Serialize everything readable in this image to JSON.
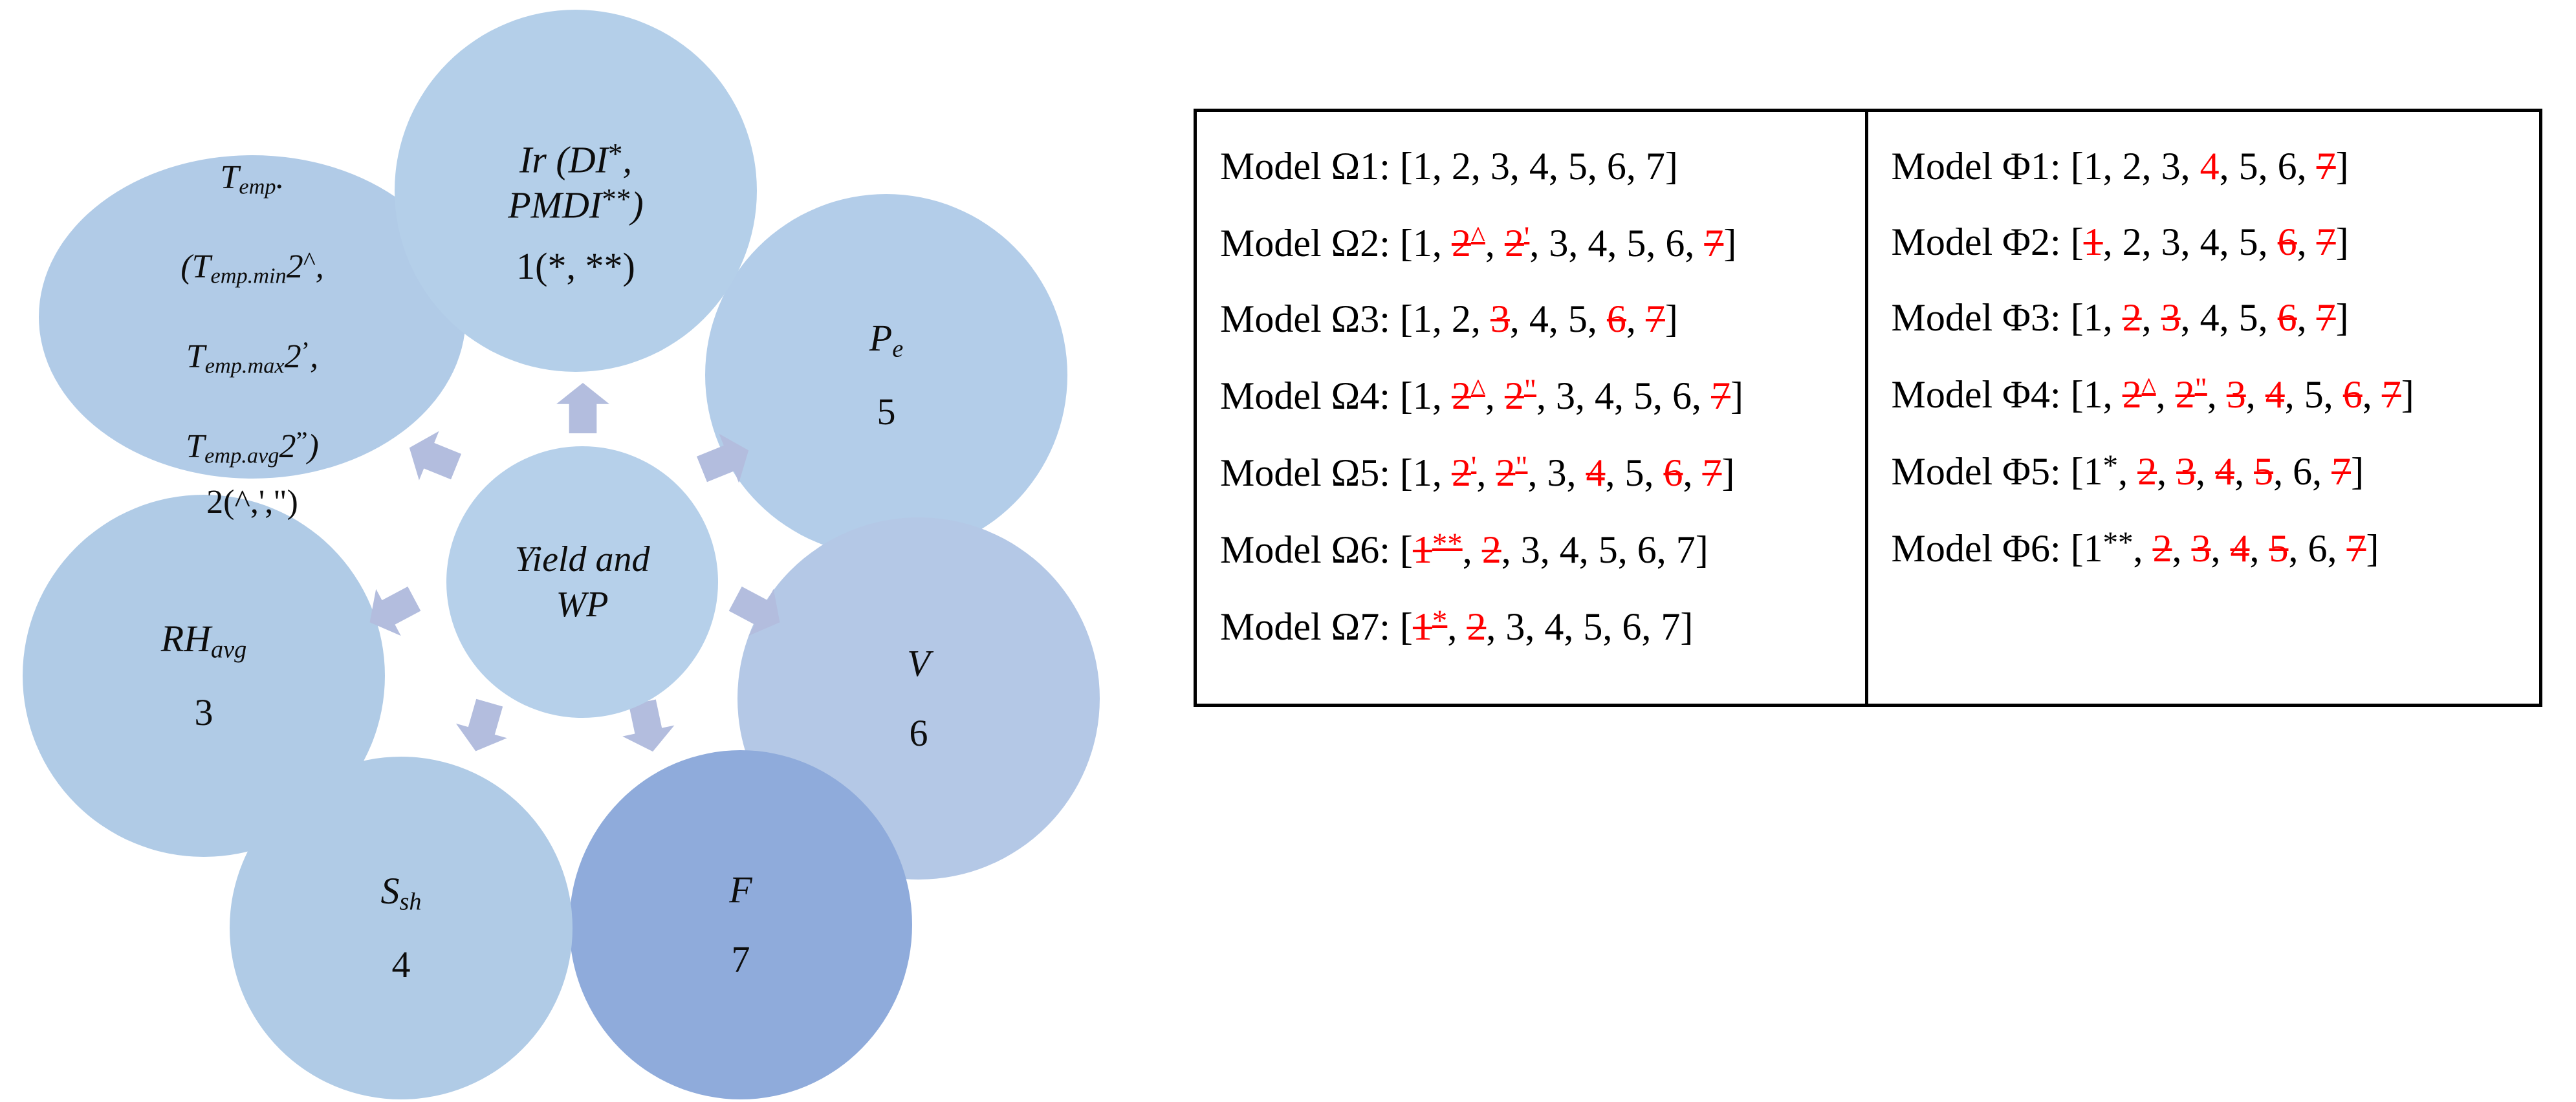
{
  "diagram": {
    "center": {
      "label": "Yield and\nWP"
    },
    "petals": [
      {
        "id": "ir",
        "symbol": "Ir (DI*,\nPMDI**)",
        "index": "1(*, **)"
      },
      {
        "id": "temp",
        "symbol": "T_emp,\n(T_emp.min 2^,\nT_emp.max 2',\nT_emp.avg 2\")",
        "index": "2(^,',\")"
      },
      {
        "id": "pe",
        "symbol": "Pe",
        "index": "5"
      },
      {
        "id": "v",
        "symbol": "V",
        "index": "6"
      },
      {
        "id": "rh",
        "symbol": "RHavg",
        "index": "3"
      },
      {
        "id": "ssh",
        "symbol": "Ssh",
        "index": "4"
      },
      {
        "id": "f",
        "symbol": "F",
        "index": "7"
      }
    ],
    "colors": {
      "light_blue": "#b0cbe6",
      "mid_blue": "#b4c8e6",
      "dark_blue": "#8fabdb",
      "center_blue": "#b6d0ea",
      "arrow": "#b3bdde"
    },
    "arrow_count": 7
  },
  "table": {
    "border_color": "#000000",
    "strike_color": "#ff0000",
    "columns": [
      {
        "name": "omega",
        "rows": [
          {
            "label": "Model Ω1:",
            "tokens": [
              {
                "t": "1",
                "s": "none"
              },
              {
                "t": "2",
                "s": "none"
              },
              {
                "t": "3",
                "s": "none"
              },
              {
                "t": "4",
                "s": "none"
              },
              {
                "t": "5",
                "s": "none"
              },
              {
                "t": "6",
                "s": "none"
              },
              {
                "t": "7",
                "s": "none"
              }
            ]
          },
          {
            "label": "Model Ω2:",
            "tokens": [
              {
                "t": "1",
                "s": "none"
              },
              {
                "t": "2^",
                "s": "strike"
              },
              {
                "t": "2'",
                "s": "strike"
              },
              {
                "t": "3",
                "s": "none"
              },
              {
                "t": "4",
                "s": "none"
              },
              {
                "t": "5",
                "s": "none"
              },
              {
                "t": "6",
                "s": "none"
              },
              {
                "t": "7",
                "s": "strike"
              }
            ]
          },
          {
            "label": "Model Ω3:",
            "tokens": [
              {
                "t": "1",
                "s": "none"
              },
              {
                "t": "2",
                "s": "none"
              },
              {
                "t": "3",
                "s": "strike"
              },
              {
                "t": "4",
                "s": "none"
              },
              {
                "t": "5",
                "s": "none"
              },
              {
                "t": "6",
                "s": "strike"
              },
              {
                "t": "7",
                "s": "strike"
              }
            ]
          },
          {
            "label": "Model Ω4:",
            "tokens": [
              {
                "t": "1",
                "s": "none"
              },
              {
                "t": "2^",
                "s": "strike"
              },
              {
                "t": "2\"",
                "s": "strike"
              },
              {
                "t": "3",
                "s": "none"
              },
              {
                "t": "4",
                "s": "none"
              },
              {
                "t": "5",
                "s": "none"
              },
              {
                "t": "6",
                "s": "none"
              },
              {
                "t": "7",
                "s": "strike"
              }
            ]
          },
          {
            "label": "Model Ω5:",
            "tokens": [
              {
                "t": "1",
                "s": "none"
              },
              {
                "t": "2'",
                "s": "strike"
              },
              {
                "t": "2\"",
                "s": "strike"
              },
              {
                "t": "3",
                "s": "none"
              },
              {
                "t": "4",
                "s": "strike"
              },
              {
                "t": "5",
                "s": "none"
              },
              {
                "t": "6",
                "s": "strike"
              },
              {
                "t": "7",
                "s": "strike"
              }
            ]
          },
          {
            "label": "Model Ω6:",
            "tokens": [
              {
                "t": "1**",
                "s": "strike"
              },
              {
                "t": "2",
                "s": "strike"
              },
              {
                "t": "3",
                "s": "none"
              },
              {
                "t": "4",
                "s": "none"
              },
              {
                "t": "5",
                "s": "none"
              },
              {
                "t": "6",
                "s": "none"
              },
              {
                "t": "7",
                "s": "none"
              }
            ]
          },
          {
            "label": "Model Ω7:",
            "tokens": [
              {
                "t": "1*",
                "s": "strike"
              },
              {
                "t": "2",
                "s": "strike"
              },
              {
                "t": "3",
                "s": "none"
              },
              {
                "t": "4",
                "s": "none"
              },
              {
                "t": "5",
                "s": "none"
              },
              {
                "t": "6",
                "s": "none"
              },
              {
                "t": "7",
                "s": "none"
              }
            ]
          }
        ]
      },
      {
        "name": "phi",
        "rows": [
          {
            "label": "Model Φ1:",
            "tokens": [
              {
                "t": "1",
                "s": "none"
              },
              {
                "t": "2",
                "s": "none"
              },
              {
                "t": "3",
                "s": "none"
              },
              {
                "t": "4",
                "s": "redonly"
              },
              {
                "t": "5",
                "s": "none"
              },
              {
                "t": "6",
                "s": "none"
              },
              {
                "t": "7",
                "s": "strike"
              }
            ]
          },
          {
            "label": "Model Φ2:",
            "tokens": [
              {
                "t": "1",
                "s": "strike"
              },
              {
                "t": "2",
                "s": "none"
              },
              {
                "t": "3",
                "s": "none"
              },
              {
                "t": "4",
                "s": "none"
              },
              {
                "t": "5",
                "s": "none"
              },
              {
                "t": "6",
                "s": "strike"
              },
              {
                "t": "7",
                "s": "strike"
              }
            ]
          },
          {
            "label": "Model Φ3:",
            "tokens": [
              {
                "t": "1",
                "s": "none"
              },
              {
                "t": "2",
                "s": "strike"
              },
              {
                "t": "3",
                "s": "strike"
              },
              {
                "t": "4",
                "s": "none"
              },
              {
                "t": "5",
                "s": "none"
              },
              {
                "t": "6",
                "s": "strike"
              },
              {
                "t": "7",
                "s": "strike"
              }
            ]
          },
          {
            "label": "Model Φ4:",
            "tokens": [
              {
                "t": "1",
                "s": "none"
              },
              {
                "t": "2^",
                "s": "strike"
              },
              {
                "t": "2\"",
                "s": "strike"
              },
              {
                "t": "3",
                "s": "strike"
              },
              {
                "t": "4",
                "s": "strike"
              },
              {
                "t": "5",
                "s": "none"
              },
              {
                "t": "6",
                "s": "strike"
              },
              {
                "t": "7",
                "s": "strike"
              }
            ]
          },
          {
            "label": "Model Φ5:",
            "tokens": [
              {
                "t": "1*",
                "s": "none"
              },
              {
                "t": "2",
                "s": "strike"
              },
              {
                "t": "3",
                "s": "strike"
              },
              {
                "t": "4",
                "s": "strike"
              },
              {
                "t": "5",
                "s": "strike"
              },
              {
                "t": "6",
                "s": "none"
              },
              {
                "t": "7",
                "s": "strike"
              }
            ]
          },
          {
            "label": "Model Φ6:",
            "tokens": [
              {
                "t": "1**",
                "s": "none"
              },
              {
                "t": "2",
                "s": "strike"
              },
              {
                "t": "3",
                "s": "strike"
              },
              {
                "t": "4",
                "s": "strike"
              },
              {
                "t": "5",
                "s": "strike"
              },
              {
                "t": "6",
                "s": "none"
              },
              {
                "t": "7",
                "s": "strike"
              }
            ]
          }
        ]
      }
    ]
  }
}
